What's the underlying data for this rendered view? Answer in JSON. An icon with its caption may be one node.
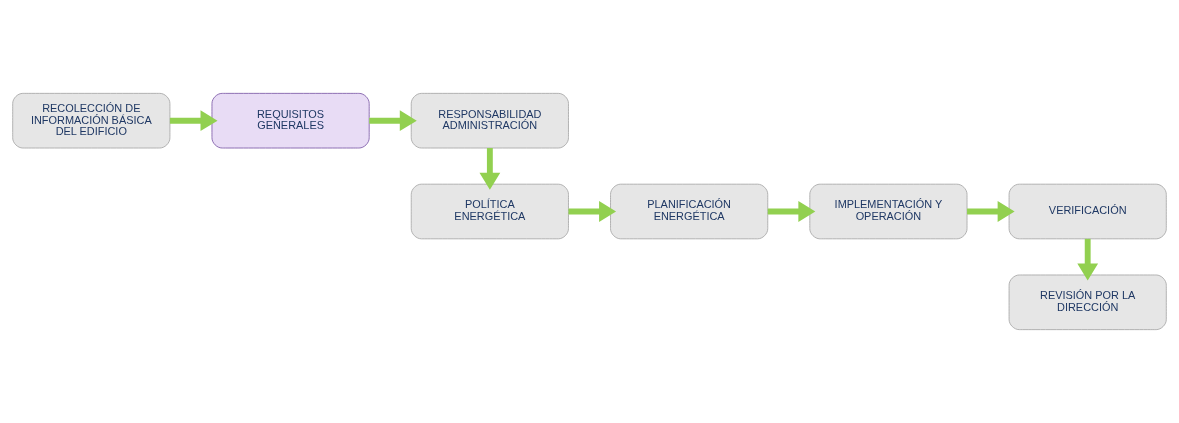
{
  "diagram": {
    "nodes": [
      {
        "text": [
          "RECOLECCIÓN DE INFORMACIÓN BÁSICA DEL EDIFICIO"
        ]
      },
      {
        "text": [
          "REQUISITOS GENERALES"
        ]
      },
      {
        "text": [
          "RESPONSABILIDAD ADMINISTRACIÓN"
        ]
      },
      {
        "text": [
          "POLÍTICA ENERGÉTICA"
        ]
      },
      {
        "text": [
          "PLANIFICACIÓN ENERGÉTICA"
        ]
      },
      {
        "text": [
          "IMPLEMENTACIÓN Y OPERACIÓN"
        ]
      },
      {
        "text": [
          "VERIFICACIÓN"
        ]
      },
      {
        "text": [
          "REVISIÓN POR LA DIRECCIÓN"
        ]
      }
    ],
    "edges": [
      {
        "from": 0,
        "to": 1,
        "arrow": "to"
      },
      {
        "from": 1,
        "to": 2,
        "arrow": "to"
      },
      {
        "from": 2,
        "to": 3,
        "arrow": "to"
      },
      {
        "from": 3,
        "to": 4,
        "arrow": "to"
      },
      {
        "from": 4,
        "to": 5,
        "arrow": "to"
      },
      {
        "from": 5,
        "to": 6,
        "arrow": "to"
      },
      {
        "from": 6,
        "to": 7,
        "arrow": "to"
      }
    ]
  }
}
